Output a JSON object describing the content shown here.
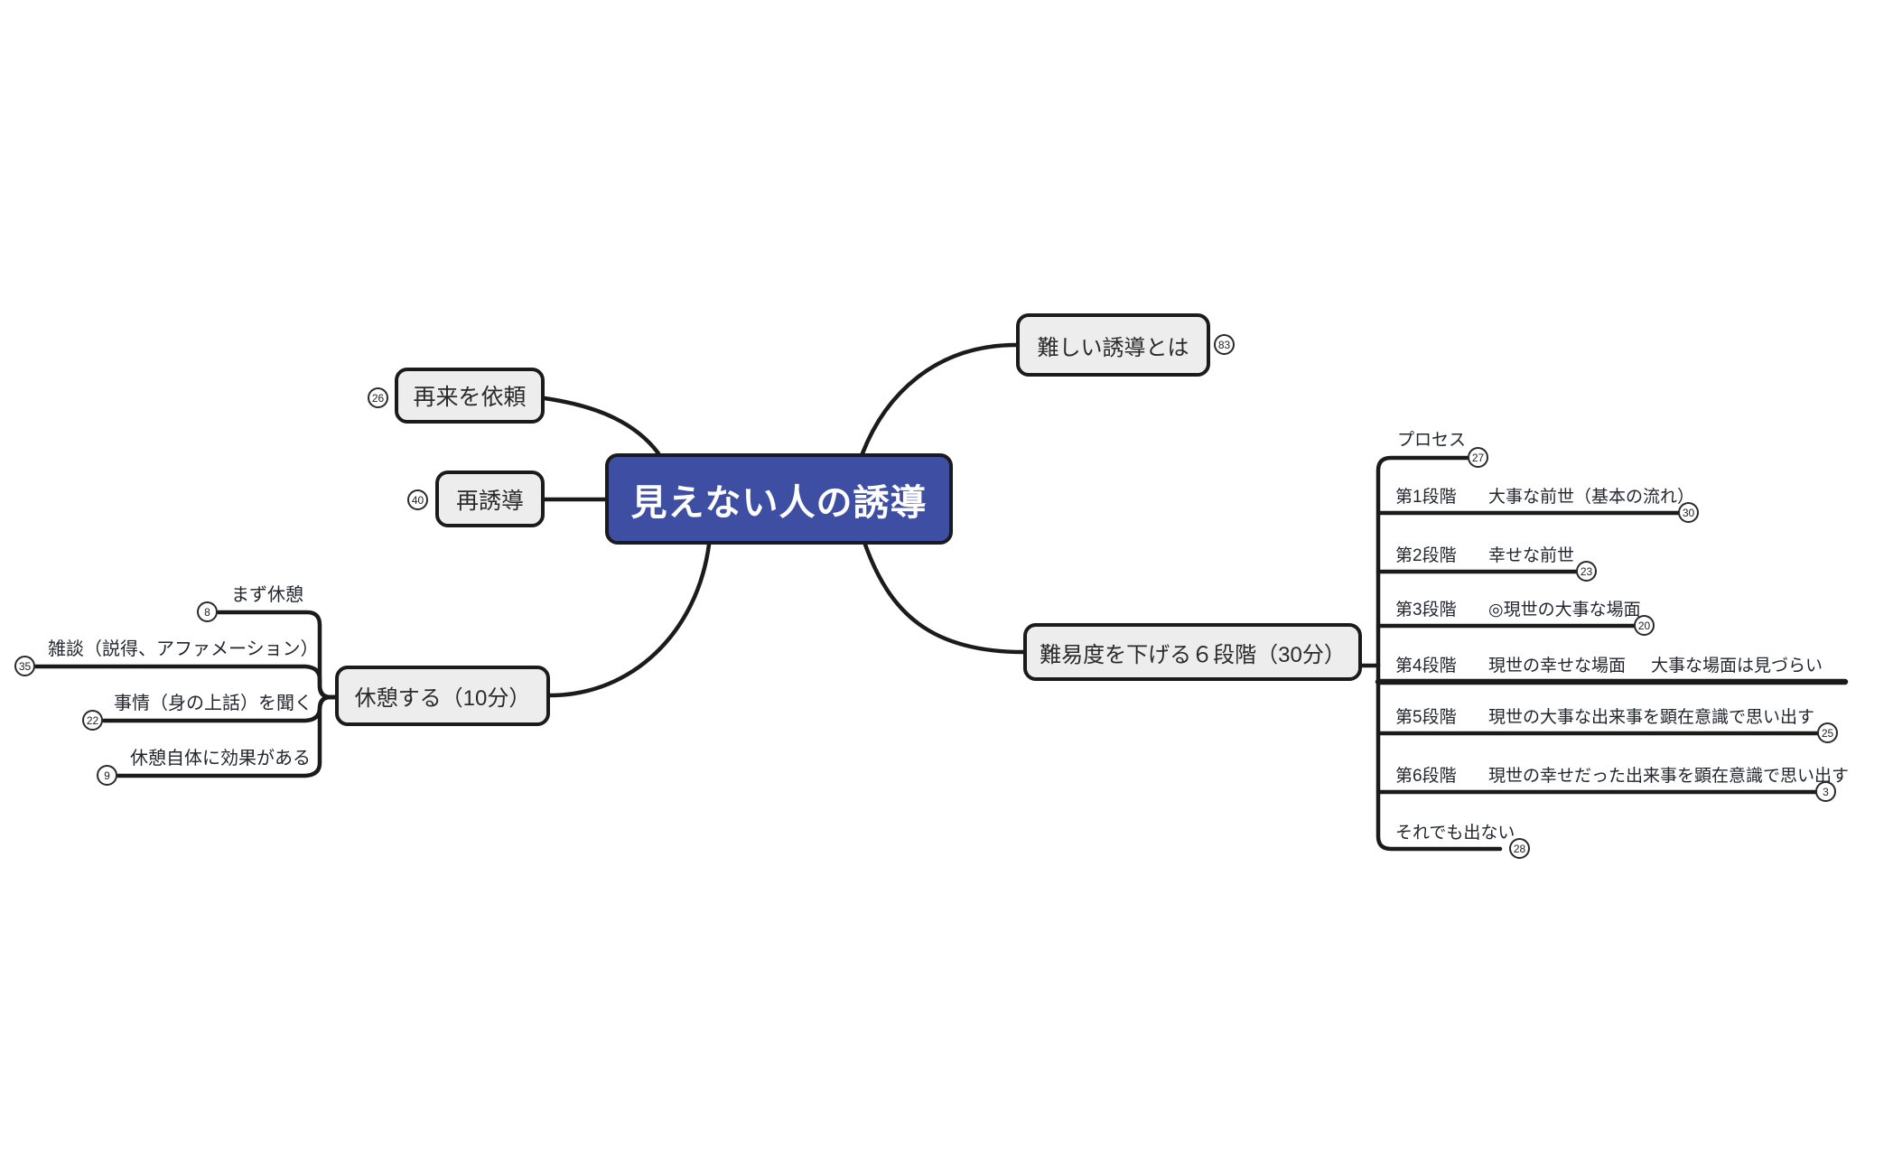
{
  "root": {
    "label": "見えない人の誘導"
  },
  "nodes": {
    "request_revisit": {
      "label": "再来を依頼",
      "badge": "26"
    },
    "re_guidance": {
      "label": "再誘導",
      "badge": "40"
    },
    "difficult_guidance": {
      "label": "難しい誘導とは",
      "badge": "83"
    },
    "take_break": {
      "label": "休憩する（10分）"
    },
    "lower_difficulty": {
      "label": "難易度を下げる６段階（30分）"
    }
  },
  "break_children": {
    "first_break": {
      "label": "まず休憩",
      "badge": "8"
    },
    "small_talk": {
      "label": "雑談（説得、アファメーション）",
      "badge": "35"
    },
    "listen_story": {
      "label": "事情（身の上話）を聞く",
      "badge": "22"
    },
    "break_effect": {
      "label": "休憩自体に効果がある",
      "badge": "9"
    }
  },
  "difficulty_children": {
    "process": {
      "label": "プロセス",
      "badge": "27"
    },
    "stage1": {
      "label": "第1段階",
      "content": "大事な前世（基本の流れ）",
      "badge": "30"
    },
    "stage2": {
      "label": "第2段階",
      "content": "幸せな前世",
      "badge": "23"
    },
    "stage3": {
      "label": "第3段階",
      "content": "◎現世の大事な場面",
      "badge": "20"
    },
    "stage4": {
      "label": "第4段階",
      "content": "現世の幸せな場面",
      "note": "大事な場面は見づらい"
    },
    "stage5": {
      "label": "第5段階",
      "content": "現世の大事な出来事を顕在意識で思い出す",
      "badge": "25"
    },
    "stage6": {
      "label": "第6段階",
      "content": "現世の幸せだった出来事を顕在意識で思い出す",
      "badge": "3"
    },
    "still_nothing": {
      "label": "それでも出ない",
      "badge": "28"
    }
  },
  "colors": {
    "root_fill": "#3e4fa3",
    "root_text": "#ffffff",
    "node_fill": "#ededed",
    "line": "#1b1b1b",
    "background": "#ffffff"
  }
}
